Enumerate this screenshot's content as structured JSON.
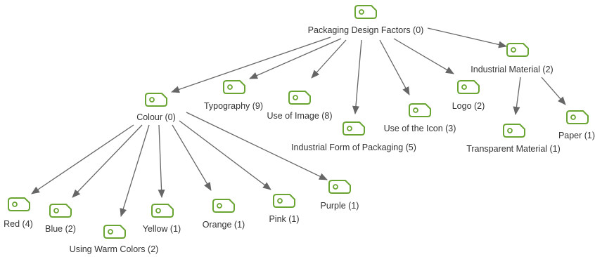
{
  "diagram": {
    "accent_color": "#6aa533",
    "edge_color": "#666666",
    "icon": "tag-icon",
    "nodes": [
      {
        "id": "root",
        "label": "Packaging Design Factors (0)"
      },
      {
        "id": "colour",
        "label": "Colour (0)"
      },
      {
        "id": "typography",
        "label": "Typography (9)"
      },
      {
        "id": "use-of-image",
        "label": "Use of Image (8)"
      },
      {
        "id": "industrial-form",
        "label": "Industrial Form of Packaging (5)"
      },
      {
        "id": "use-of-icon",
        "label": "Use of the Icon (3)"
      },
      {
        "id": "logo",
        "label": "Logo (2)"
      },
      {
        "id": "industrial-material",
        "label": "Industrial Material (2)"
      },
      {
        "id": "transparent-material",
        "label": "Transparent Material (1)"
      },
      {
        "id": "paper",
        "label": "Paper (1)"
      },
      {
        "id": "red",
        "label": "Red (4)"
      },
      {
        "id": "blue",
        "label": "Blue (2)"
      },
      {
        "id": "warm-colors",
        "label": "Using Warm Colors (2)"
      },
      {
        "id": "yellow",
        "label": "Yellow (1)"
      },
      {
        "id": "orange",
        "label": "Orange (1)"
      },
      {
        "id": "pink",
        "label": "Pink (1)"
      },
      {
        "id": "purple",
        "label": "Purple (1)"
      }
    ],
    "edges": [
      {
        "from": "root",
        "to": "colour"
      },
      {
        "from": "root",
        "to": "typography"
      },
      {
        "from": "root",
        "to": "use-of-image"
      },
      {
        "from": "root",
        "to": "industrial-form"
      },
      {
        "from": "root",
        "to": "use-of-icon"
      },
      {
        "from": "root",
        "to": "logo"
      },
      {
        "from": "root",
        "to": "industrial-material"
      },
      {
        "from": "industrial-material",
        "to": "transparent-material"
      },
      {
        "from": "industrial-material",
        "to": "paper"
      },
      {
        "from": "colour",
        "to": "red"
      },
      {
        "from": "colour",
        "to": "blue"
      },
      {
        "from": "colour",
        "to": "warm-colors"
      },
      {
        "from": "colour",
        "to": "yellow"
      },
      {
        "from": "colour",
        "to": "orange"
      },
      {
        "from": "colour",
        "to": "pink"
      },
      {
        "from": "colour",
        "to": "purple"
      }
    ]
  }
}
